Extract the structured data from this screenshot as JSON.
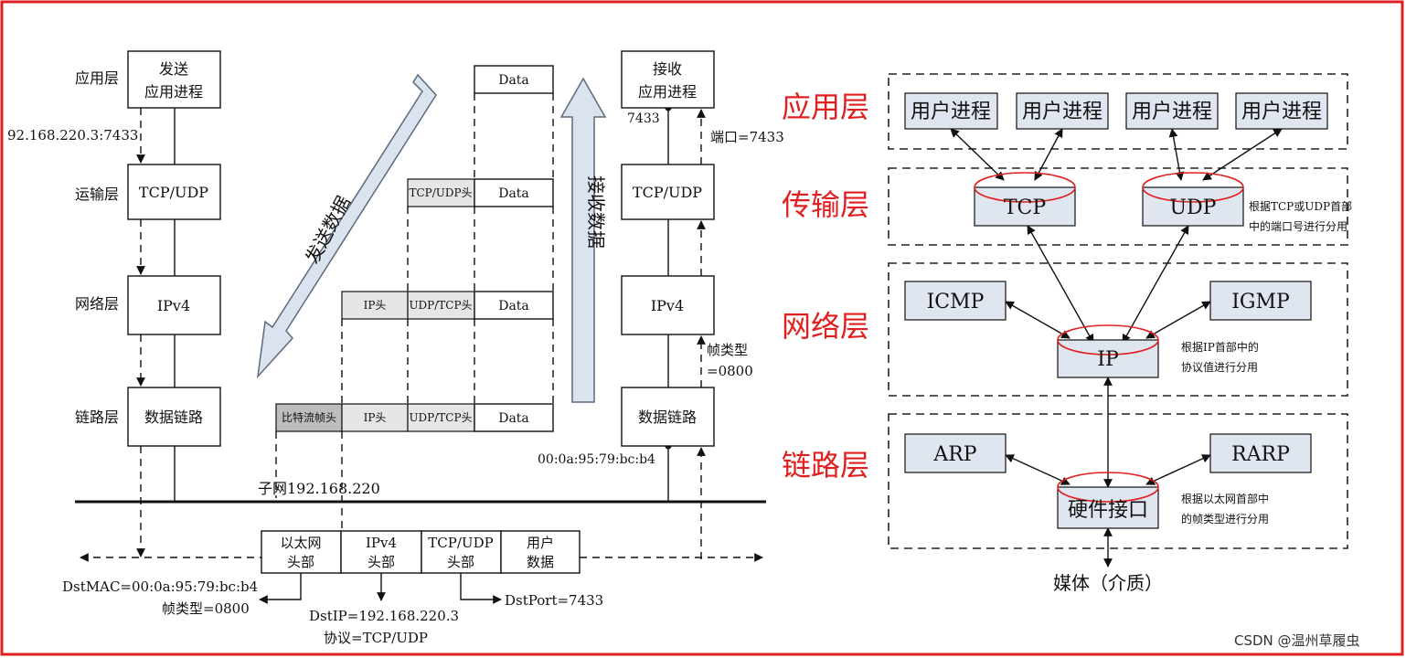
{
  "left": {
    "send_layers": [
      "应用层",
      "运输层",
      "网络层",
      "链路层"
    ],
    "send_app": [
      "发送",
      "应用进程"
    ],
    "recv_app": [
      "接收",
      "应用进程"
    ],
    "transport": "TCP/UDP",
    "network": "IPv4",
    "link": "数据链路",
    "send_addr": "92.168.220.3:7433",
    "recv_port_num": "7433",
    "recv_port_label": "端口=7433",
    "frame_type": [
      "帧类型",
      "=0800"
    ],
    "mac": "00:0a:95:79:bc:b4",
    "subnet": "子网192.168.220",
    "send_arrow": "发送数据",
    "recv_arrow": "接收数据",
    "enc_data": "Data",
    "enc_tcpudp_head": "TCP/UDP头",
    "enc_udptcp_head": "UDP/TCP头",
    "enc_ip_head": "IP头",
    "enc_bits_head": "比特流帧头",
    "frame_fields": [
      [
        "以太网",
        "头部"
      ],
      [
        "IPv4",
        "头部"
      ],
      [
        "TCP/UDP",
        "头部"
      ],
      [
        "用户",
        "数据"
      ]
    ],
    "dstmac": "DstMAC=00:0a:95:79:bc:b4",
    "dstmac_type": "帧类型=0800",
    "dstip": "DstIP=192.168.220.3",
    "dstip_proto": "协议=TCP/UDP",
    "dstport": "DstPort=7433"
  },
  "right": {
    "layers": [
      "应用层",
      "传输层",
      "网络层",
      "链路层"
    ],
    "user_process": "用户进程",
    "tcp": "TCP",
    "udp": "UDP",
    "icmp": "ICMP",
    "igmp": "IGMP",
    "ip": "IP",
    "arp": "ARP",
    "rarp": "RARP",
    "hw": "硬件接口",
    "note_transport": [
      "根据TCP或UDP首部",
      "中的端口号进行分用"
    ],
    "note_network": [
      "根据IP首部中的",
      "协议值进行分用"
    ],
    "note_link": [
      "根据以太网首部中",
      "的帧类型进行分用"
    ],
    "media": "媒体（介质）"
  },
  "watermark": "CSDN @温州草履虫",
  "colors": {
    "frame": "#e02020",
    "layer_label": "#e02020",
    "box_fill": "#dfe6ef",
    "arrow_fill": "#dbe3ee"
  }
}
